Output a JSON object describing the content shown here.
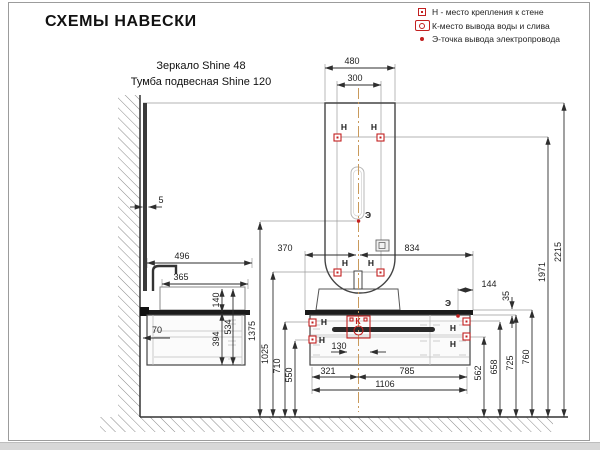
{
  "title": "СХЕМЫ НАВЕСКИ",
  "products": {
    "mirror": "Зеркало Shine 48",
    "vanity": "Тумба подвесная Shine 120"
  },
  "legend": {
    "wall_mount": "Н - место крепления к стене",
    "water": "К-место вывода воды и слива",
    "electric": "Э-точка вывода электропровода"
  },
  "markers": {
    "wall_mount": "Н",
    "water": "К",
    "electric": "Э"
  },
  "dims": {
    "mirror_width": "480",
    "mirror_mount_spacing": "300",
    "mirror_wall_offset": "5",
    "depth_total": "496",
    "depth_basin": "365",
    "basin_height": "140",
    "cabinet_height": "394",
    "side_total_height": "534",
    "wall_clearance": "70",
    "electric_height": "1375",
    "mirror_mount_height": "1025",
    "vanity_mount_upper_height": "710",
    "vanity_mount_lower_height": "550",
    "center_to_left_top": "370",
    "center_to_right_top": "834",
    "drain_zone_width": "130",
    "center_to_left_bottom": "321",
    "center_to_right_bottom": "785",
    "cabinet_width": "1106",
    "right_mount_lower_height": "562",
    "right_mount_upper_height": "658",
    "countertop_bottom_height": "725",
    "countertop_top_height": "760",
    "countertop_thickness": "35",
    "electric_to_edge": "144",
    "mirror_mount_top_height": "1971",
    "total_height": "2215"
  },
  "colors": {
    "marker_red": "#c22020",
    "centerline_orange": "#c99a5c",
    "line_dark": "#3c3c3c",
    "dim_line": "#2e2e2e"
  }
}
